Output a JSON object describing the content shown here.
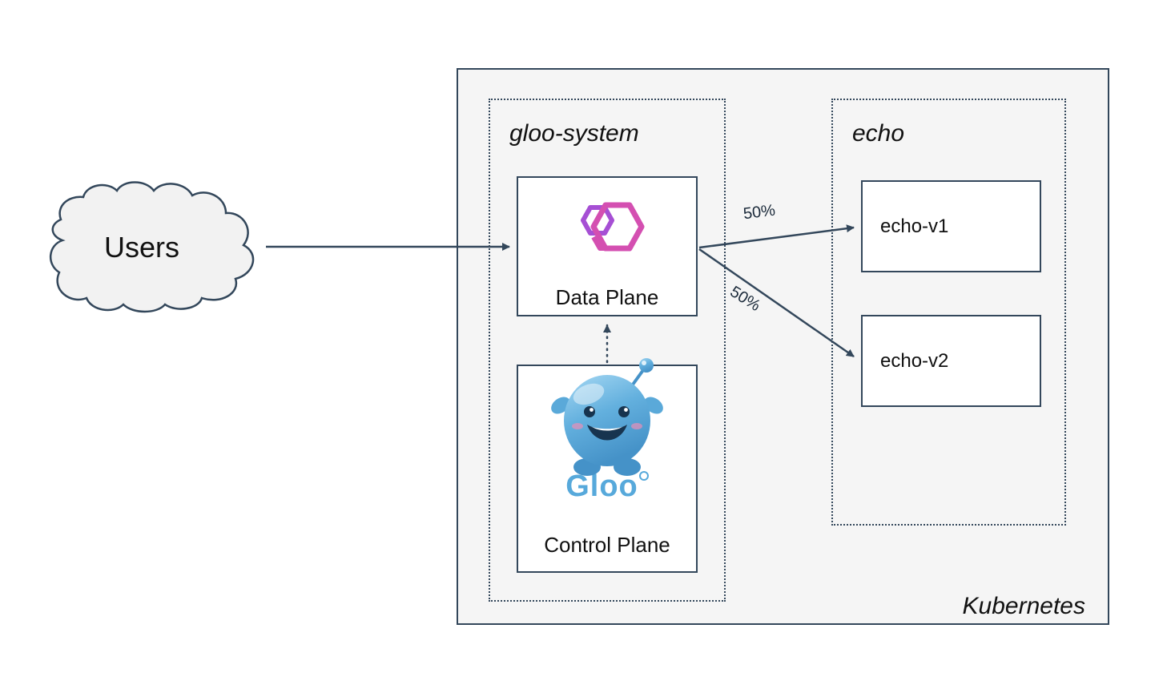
{
  "diagram": {
    "users": {
      "label": "Users"
    },
    "kubernetes": {
      "label": "Kubernetes"
    },
    "namespaces": {
      "gloo_system": {
        "label": "gloo-system"
      },
      "echo": {
        "label": "echo"
      }
    },
    "nodes": {
      "data_plane": {
        "label": "Data Plane"
      },
      "control_plane": {
        "label": "Control Plane",
        "logo_text": "Gloo"
      },
      "echo_v1": {
        "label": "echo-v1"
      },
      "echo_v2": {
        "label": "echo-v2"
      }
    },
    "edges": {
      "data_plane_to_echo_v1": {
        "label": "50%"
      },
      "data_plane_to_echo_v2": {
        "label": "50%"
      }
    },
    "colors": {
      "border": "#33475b",
      "panel_bg": "#f5f5f5",
      "node_bg": "#ffffff",
      "gloo_pink": "#d44fb1",
      "gloo_purple": "#a64fd4",
      "gloo_blue": "#57a9db"
    }
  }
}
